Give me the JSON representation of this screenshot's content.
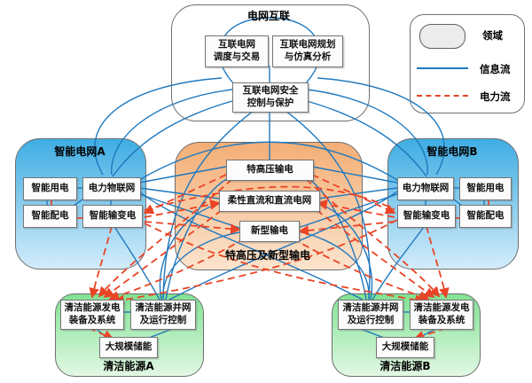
{
  "top": {
    "title": "电网互联",
    "dispatch": "互联电网\n调度与交易",
    "planning": "互联电网规划\n与仿真分析",
    "safety": "互联电网安全\n控制与保护"
  },
  "legend": {
    "domain": "领域",
    "info_flow": "信息流",
    "power_flow": "电力流"
  },
  "grid_a": {
    "title": "智能电网A",
    "consumption": "智能用电",
    "iot": "电力物联网",
    "distribution": "智能配电",
    "transmission": "智能输变电"
  },
  "grid_b": {
    "title": "智能电网B",
    "iot": "电力物联网",
    "consumption": "智能用电",
    "transmission": "智能输变电",
    "distribution": "智能配电"
  },
  "uhv": {
    "title": "特高压及新型输电",
    "uhv_transmission": "特高压输电",
    "flexible_dc": "柔性直流和直流电网",
    "new_transmission": "新型输电"
  },
  "clean_a": {
    "title": "清洁能源A",
    "generation": "清洁能源发电\n装备及系统",
    "grid_connection": "清洁能源并网\n及运行控制",
    "storage": "大规模储能"
  },
  "clean_b": {
    "title": "清洁能源B",
    "grid_connection": "清洁能源并网\n及运行控制",
    "generation": "清洁能源发电\n装备及系统",
    "storage": "大规模储能"
  },
  "colors": {
    "info_flow": "#1e78bf",
    "power_flow": "#ea4426",
    "grid_fill_top": "#3fade3",
    "grid_fill_bottom": "#d3ecfa",
    "uhv_fill_top": "#f4ae76",
    "uhv_fill_bottom": "#fbe4cd",
    "clean_fill_top": "#80e292",
    "clean_fill_bottom": "#e2f8e4"
  }
}
